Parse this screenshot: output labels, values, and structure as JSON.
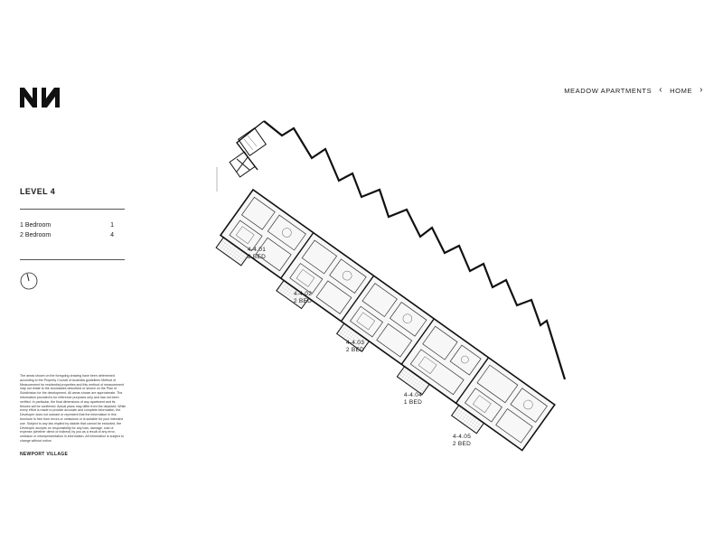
{
  "nav": {
    "project": "MEADOW APARTMENTS",
    "home": "HOME"
  },
  "level": {
    "title": "LEVEL 4",
    "rows": [
      {
        "type": "1 Bedroom",
        "count": "1"
      },
      {
        "type": "2 Bedroom",
        "count": "4"
      }
    ]
  },
  "disclaimer": "The areas shown on the foregoing drawing have been determined according to the Property Council of Australia guidelines Method of Measurement for residential properties and this method of measurement may not relate to the boundaries described or shown on the Plan of Subdivision for the development. All areas shown are approximate. The information provided is for reference purposes only and has not been verified. In particular, the final dimensions of any apartment and its fixtures will be confirmed. Actual plans may differ from the depicted. While every effort is made to provide accurate and complete information, the Developer does not warrant or represent that the information in this brochure is free from errors or omissions or is suitable for your intended use. Subject to any law implied by statute that cannot be excluded, the Developer accepts no responsibility for any loss, damage, cost or expense (whether direct or indirect) by you as a result of any error, omission or misrepresentation in information. All information is subject to change without notice.",
  "footer": {
    "village": "NEWPORT VILLAGE"
  },
  "units": [
    {
      "id": "4-4.01",
      "type": "2 BED"
    },
    {
      "id": "4-4.02",
      "type": "2 BED"
    },
    {
      "id": "4-4.03",
      "type": "2 BED"
    },
    {
      "id": "4-4.04",
      "type": "1 BED"
    },
    {
      "id": "4-4.05",
      "type": "2 BED"
    }
  ]
}
